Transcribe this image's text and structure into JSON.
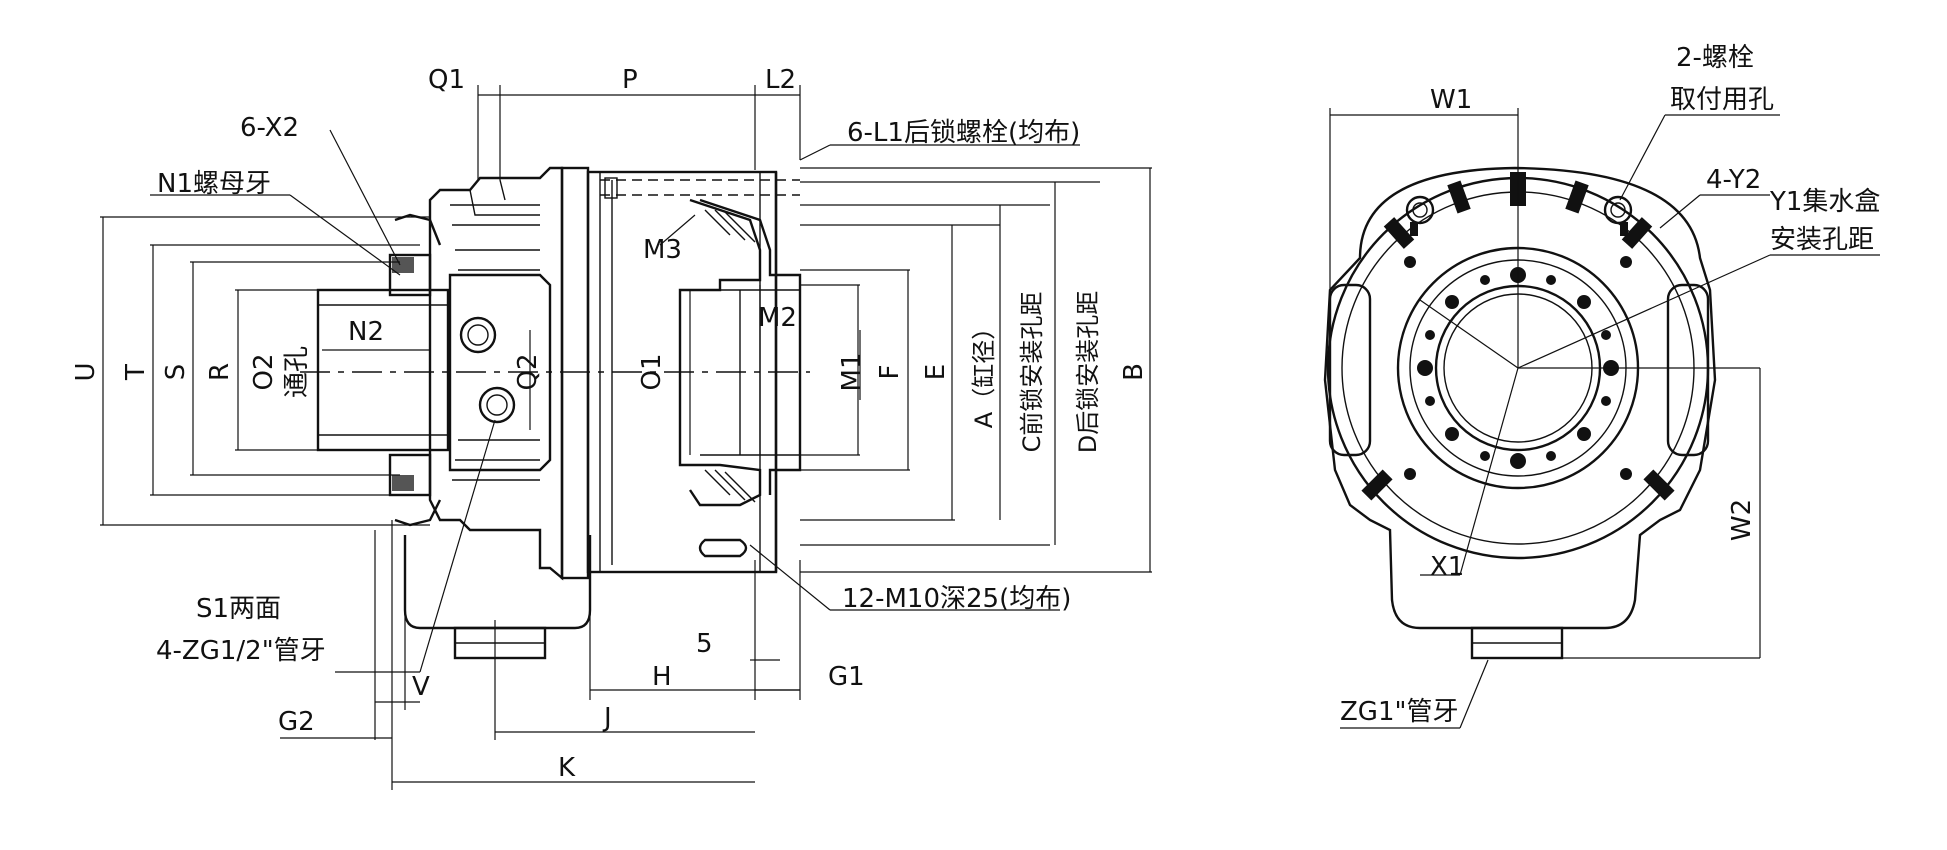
{
  "labels": {
    "Q1": "Q1",
    "P": "P",
    "L2": "L2",
    "X2": "6-X2",
    "N1": "N1螺母牙",
    "L1": "6-L1后锁螺栓(均布)",
    "M3": "M3",
    "U": "U",
    "T": "T",
    "S": "S",
    "R": "R",
    "O2": "O2",
    "tongkong": "通孔",
    "N2": "N2",
    "Q2": "Q2",
    "O1": "O1",
    "M2": "M2",
    "M1": "M1",
    "F": "F",
    "E": "E",
    "A": "A（缸径）",
    "C": "C前锁安装孔距",
    "D": "D后锁安装孔距",
    "B": "B",
    "M10": "12-M10深25(均布)",
    "S1": "S1两面",
    "ZG12": "4-ZG1/2\"管牙",
    "five": "5",
    "H": "H",
    "G1": "G1",
    "V": "V",
    "G2": "G2",
    "J": "J",
    "K": "K",
    "W1": "W1",
    "bolt1": "2-螺栓",
    "bolt2": "取付用孔",
    "Y2": "4-Y2",
    "Y1a": "Y1集水盒",
    "Y1b": "安装孔距",
    "W2": "W2",
    "X1": "X1",
    "ZG1": "ZG1\"管牙"
  }
}
